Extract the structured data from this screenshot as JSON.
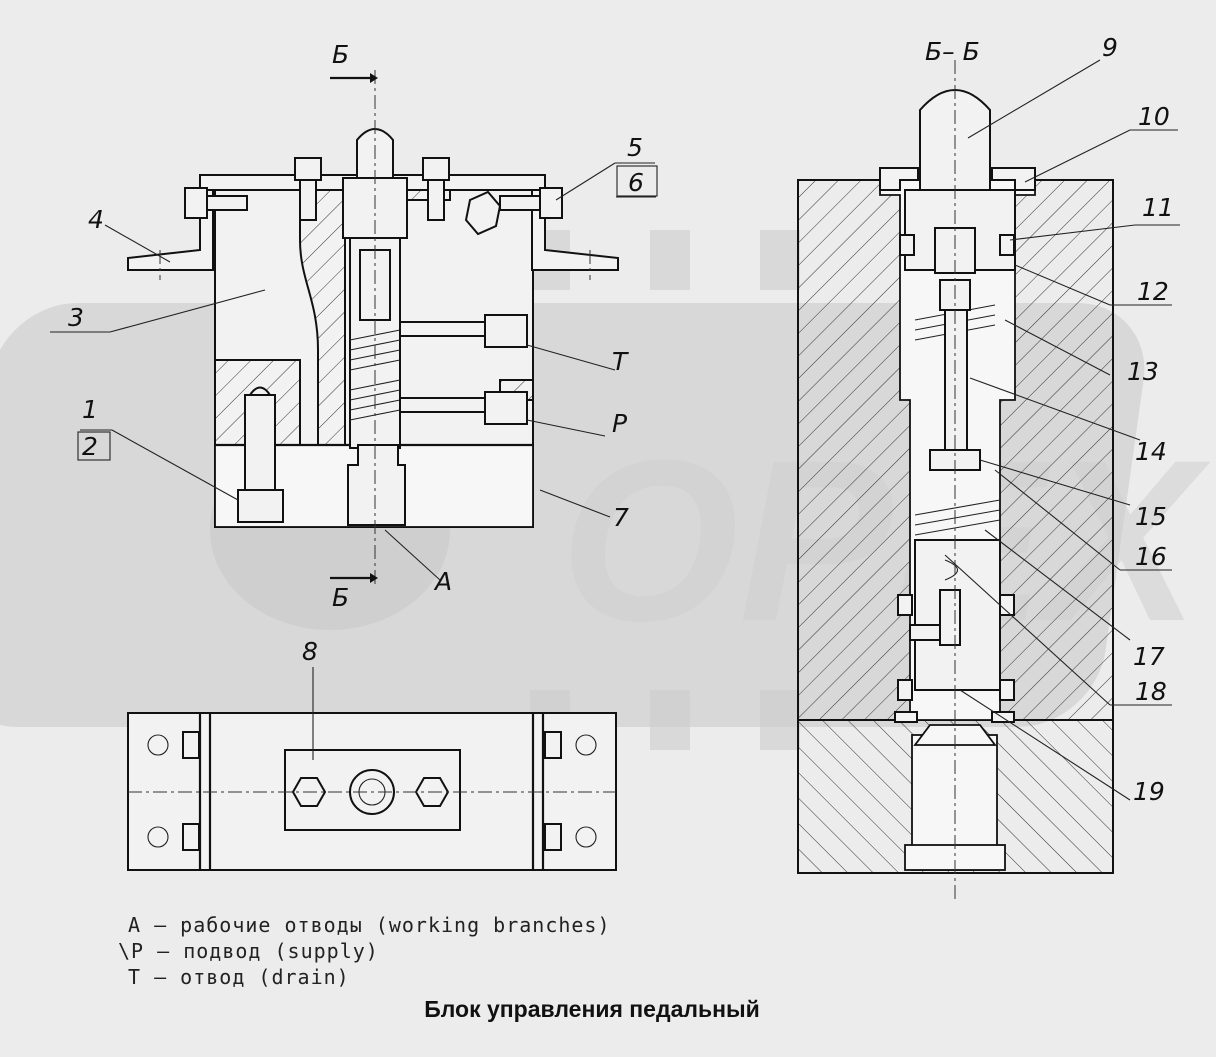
{
  "diagram": {
    "title": "Блок управления педальный",
    "section_marks": {
      "left_top": "Б",
      "left_bottom": "Б",
      "section_label": "Б– Б"
    },
    "port_labels": {
      "A": "A",
      "P": "P",
      "T": "T"
    },
    "callouts": [
      "1",
      "2",
      "3",
      "4",
      "5",
      "6",
      "7",
      "8",
      "9",
      "10",
      "11",
      "12",
      "13",
      "14",
      "15",
      "16",
      "17",
      "18",
      "19"
    ],
    "legend": [
      "A — рабочие отводы (working branches)",
      "\\P — подвод (supply)",
      "T — отвод (drain)"
    ],
    "watermark": "OPEX"
  }
}
